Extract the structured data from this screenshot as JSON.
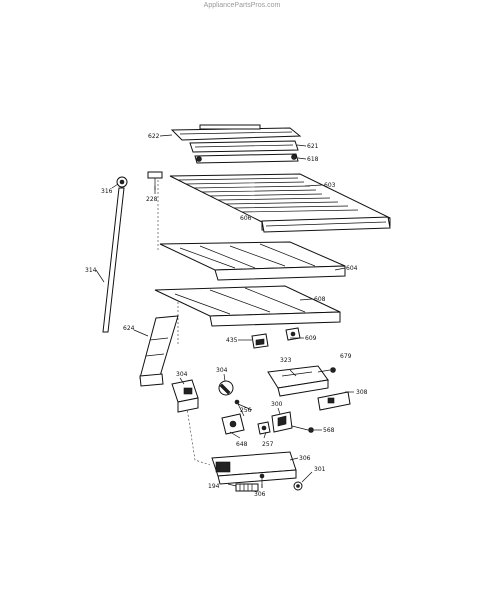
{
  "watermark": "AppliancePartsPros.com",
  "part_labels": {
    "622": "622",
    "621": "621",
    "618": "618",
    "316": "316",
    "228": "228",
    "603": "603",
    "606": "606",
    "314": "314",
    "604": "604",
    "608": "608",
    "624": "624",
    "435": "435",
    "609": "609",
    "323": "323",
    "679": "679",
    "304a": "304",
    "304b": "304",
    "308": "308",
    "256": "256",
    "300": "300",
    "648": "648",
    "257": "257",
    "568": "568",
    "306a": "306",
    "301": "301",
    "194": "194",
    "306b": "306"
  },
  "colors": {
    "ink": "#111111",
    "watermark": "#9a9a9a",
    "background": "#ffffff"
  }
}
